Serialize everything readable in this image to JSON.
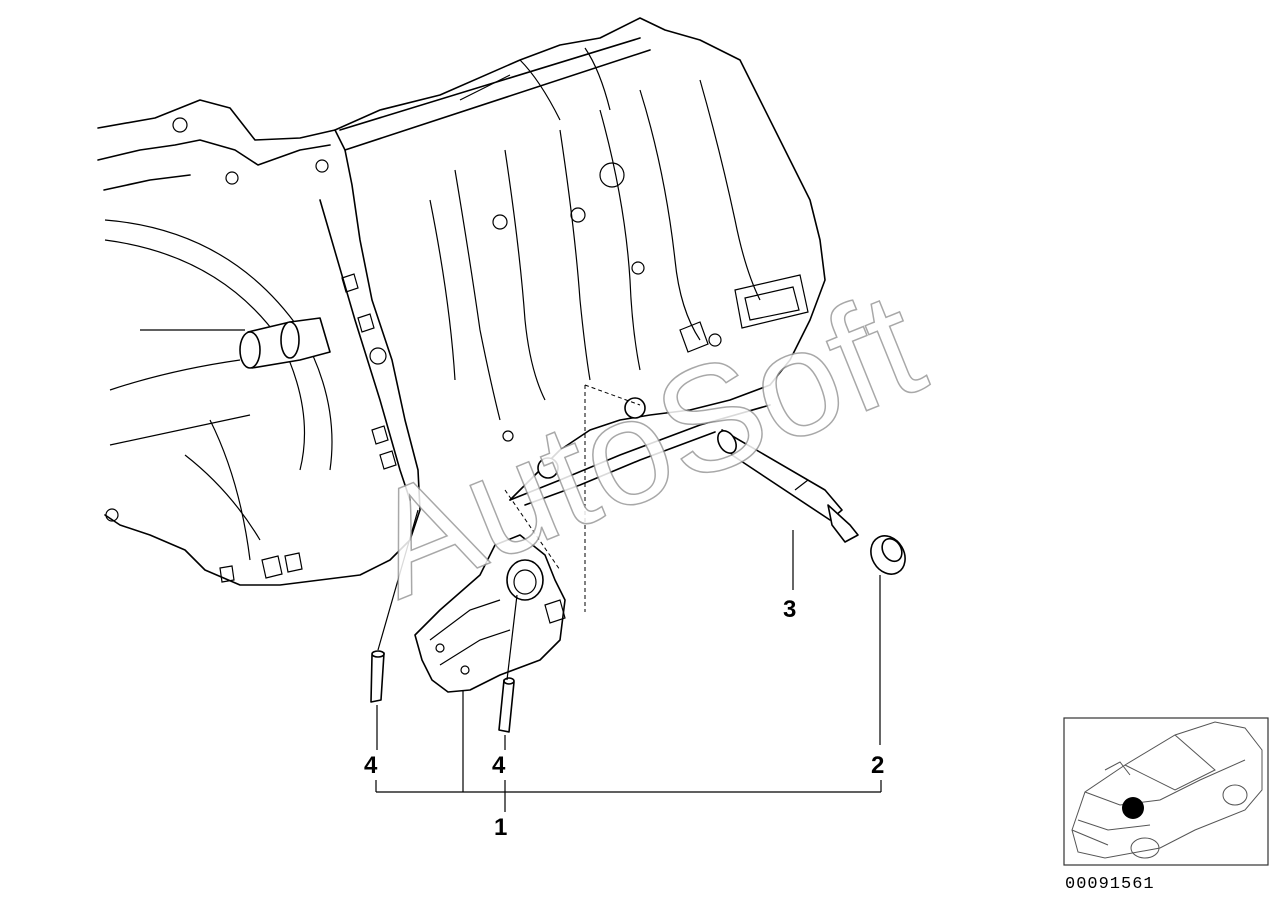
{
  "callouts": [
    {
      "id": "1",
      "text": "1"
    },
    {
      "id": "2",
      "text": "2"
    },
    {
      "id": "3",
      "text": "3"
    },
    {
      "id": "4a",
      "text": "4"
    },
    {
      "id": "4b",
      "text": "4"
    }
  ],
  "watermark": "AutoSoft",
  "image_code": "00091561"
}
